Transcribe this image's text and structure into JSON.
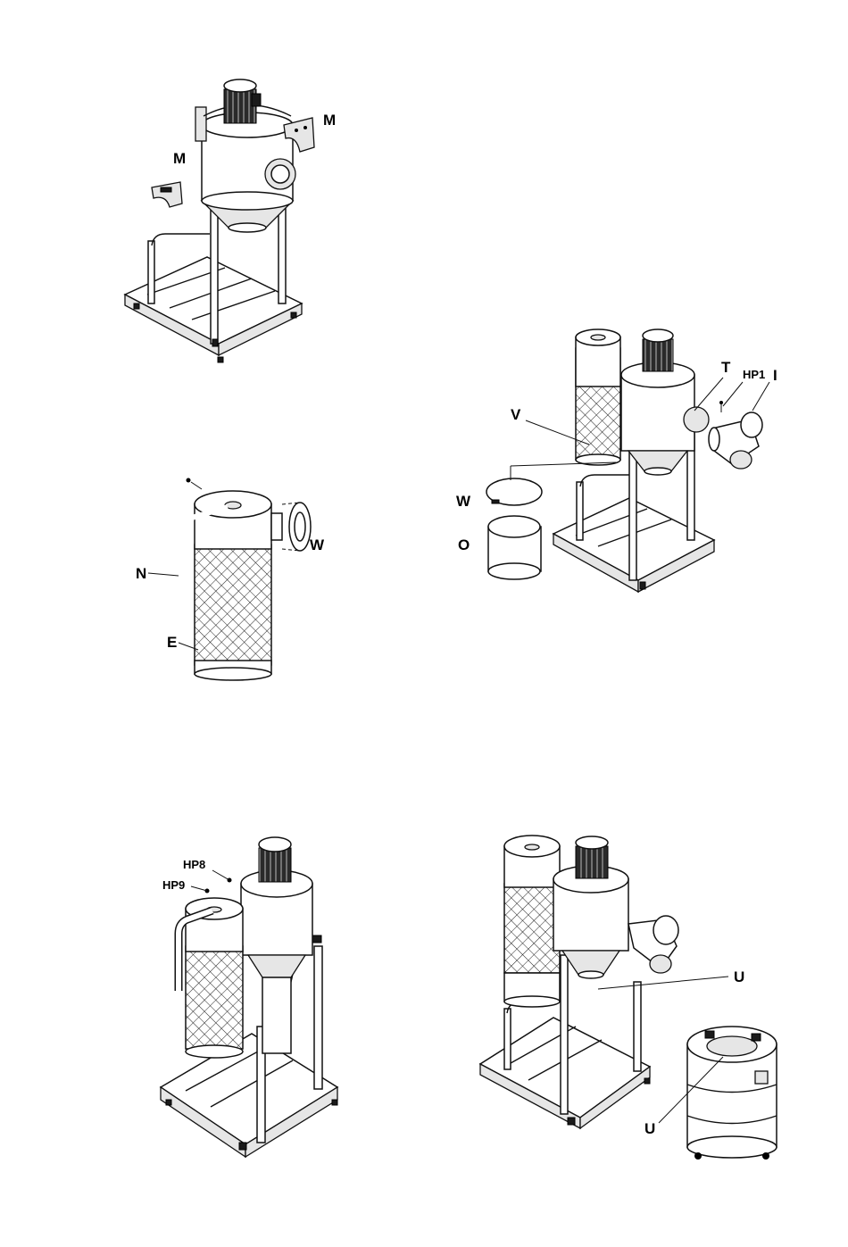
{
  "figure_labels": {
    "fig1_m_right": "M",
    "fig1_m_left": "M",
    "fig2_t": "T",
    "fig2_hp1": "HP1",
    "fig2_i": "I",
    "fig2_v": "V",
    "fig2_w": "W",
    "fig2_o": "O",
    "fig3_n": "N",
    "fig3_e": "E",
    "fig3_w": "W",
    "fig4_hp8": "HP8",
    "fig4_hp9": "HP9",
    "fig5_u_top": "U",
    "fig5_u_bottom": "U"
  },
  "icons": [
    "motor-icon",
    "cyclone-icon",
    "filter-canister-icon",
    "stand-frame-icon",
    "collection-drum-icon"
  ],
  "colors": {
    "line": "#111111",
    "background": "#ffffff",
    "metal": "#e6e6e6"
  }
}
